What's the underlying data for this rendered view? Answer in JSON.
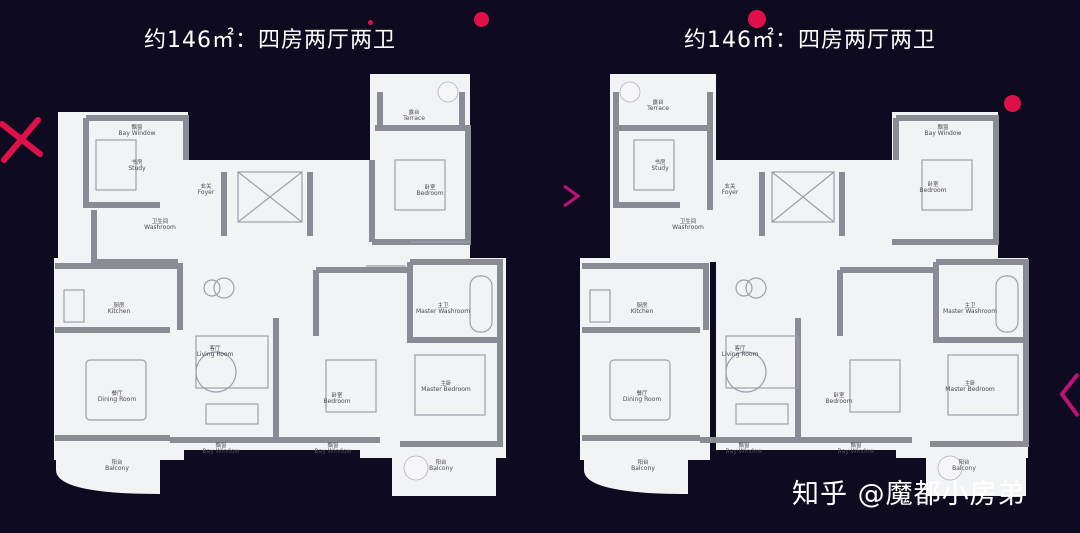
{
  "plans": [
    {
      "title": "约146㎡：四房两厅两卫",
      "rooms": {
        "bay_window_top": {
          "cn": "飘窗",
          "en": "Bay Window"
        },
        "study": {
          "cn": "书房",
          "en": "Study"
        },
        "foyer": {
          "cn": "玄关",
          "en": "Foyer"
        },
        "terrace": {
          "cn": "露台",
          "en": "Terrace"
        },
        "bedroom_top": {
          "cn": "卧室",
          "en": "Bedroom"
        },
        "washroom": {
          "cn": "卫生间",
          "en": "Washroom"
        },
        "kitchen": {
          "cn": "厨房",
          "en": "Kitchen"
        },
        "master_washroom": {
          "cn": "主卫",
          "en": "Master Washroom"
        },
        "living_room": {
          "cn": "客厅",
          "en": "Living Room"
        },
        "dining_room": {
          "cn": "餐厅",
          "en": "Dining Room"
        },
        "bedroom_mid": {
          "cn": "卧室",
          "en": "Bedroom"
        },
        "master_bedroom": {
          "cn": "主卧",
          "en": "Master Bedroom"
        },
        "bay_window_b1": {
          "cn": "飘窗",
          "en": "Bay Window"
        },
        "bay_window_b2": {
          "cn": "飘窗",
          "en": "Bay Window"
        },
        "balcony_left": {
          "cn": "阳台",
          "en": "Balcony"
        },
        "balcony_right": {
          "cn": "阳台",
          "en": "Balcony"
        }
      }
    },
    {
      "title": "约146㎡：四房两厅两卫",
      "rooms": {
        "terrace": {
          "cn": "露台",
          "en": "Terrace"
        },
        "study": {
          "cn": "书房",
          "en": "Study"
        },
        "foyer": {
          "cn": "玄关",
          "en": "Foyer"
        },
        "bay_window_top": {
          "cn": "飘窗",
          "en": "Bay Window"
        },
        "bedroom_top": {
          "cn": "卧室",
          "en": "Bedroom"
        },
        "washroom": {
          "cn": "卫生间",
          "en": "Washroom"
        },
        "kitchen": {
          "cn": "厨房",
          "en": "Kitchen"
        },
        "master_washroom": {
          "cn": "主卫",
          "en": "Master Washroom"
        },
        "living_room": {
          "cn": "客厅",
          "en": "Living Room"
        },
        "dining_room": {
          "cn": "餐厅",
          "en": "Dining Room"
        },
        "bedroom_mid": {
          "cn": "卧室",
          "en": "Bedroom"
        },
        "master_bedroom": {
          "cn": "主卧",
          "en": "Master Bedroom"
        },
        "bay_window_b1": {
          "cn": "飘窗",
          "en": "Bay Window"
        },
        "bay_window_b2": {
          "cn": "飘窗",
          "en": "Bay Window"
        },
        "balcony_left": {
          "cn": "阳台",
          "en": "Balcony"
        },
        "balcony_right": {
          "cn": "阳台",
          "en": "Balcony"
        }
      }
    }
  ],
  "watermark": "知乎 @魔都小房弟",
  "colors": {
    "background": "#0e0a1f",
    "accent": "#e0104a",
    "plan_fill": "#f2f3f5",
    "wall": "#8a8c95"
  }
}
